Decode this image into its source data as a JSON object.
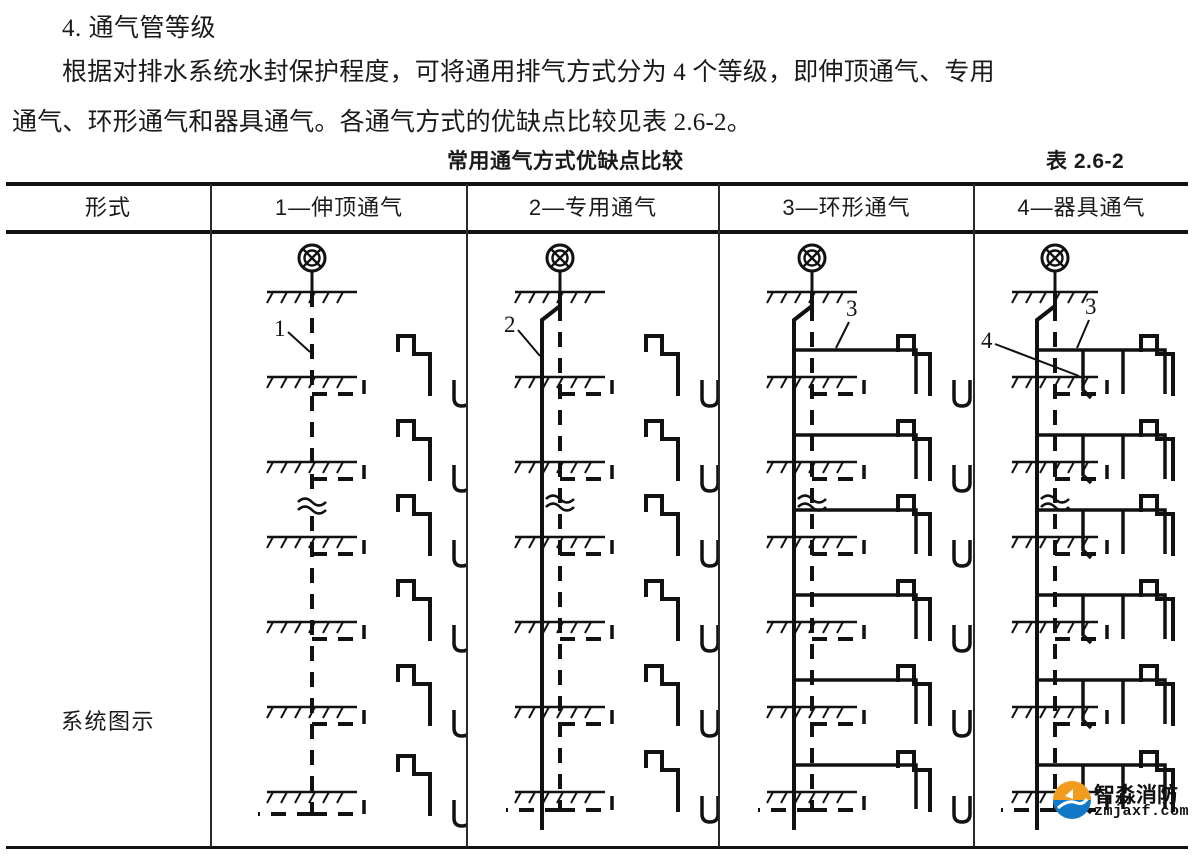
{
  "document": {
    "section_heading": "4. 通气管等级",
    "paragraph_lines": [
      "根据对排水系统水封保护程度，可将通用排气方式分为 4 个等级，即伸顶通气、专用",
      "通气、环形通气和器具通气。各通气方式的优缺点比较见表 2.6-2。"
    ],
    "table_caption": "常用通气方式优缺点比较",
    "table_number": "表 2.6-2"
  },
  "table": {
    "headers": [
      "形式",
      "1—伸顶通气",
      "2—专用通气",
      "3—环形通气",
      "4—器具通气"
    ],
    "row_label": "系统图示",
    "diagram_labels": {
      "col1": [
        "1"
      ],
      "col2": [
        "2"
      ],
      "col3": [
        "3"
      ],
      "col4": [
        "3",
        "4"
      ]
    },
    "diagram_legend": {
      "vent_cap": "vent-cap-icon",
      "floor_line": "floor-line-hatch",
      "stack_dashed": "drain-stack-dashed",
      "stack_solid": "vent-stack-solid",
      "fixture_trap": "p-trap-icon",
      "break_symbol": "pipe-break-symbol"
    }
  },
  "watermark": {
    "brand_cn": "智淼消防",
    "url": "zmjaxf.com",
    "logo_name": "zmjaxf-logo"
  },
  "colors": {
    "ink": "#111111",
    "rule": "#2a2a2a",
    "paper": "#ffffff",
    "logo_orange": "#f07c18",
    "logo_blue": "#1279c9"
  }
}
